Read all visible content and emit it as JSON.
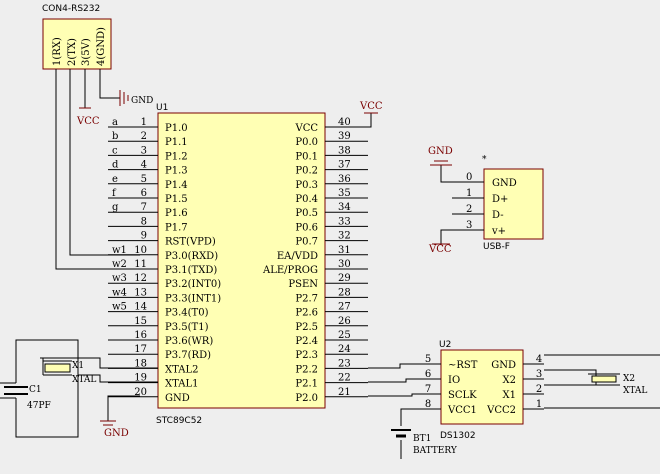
{
  "connector": {
    "ref": "CON4-RS232",
    "pins": [
      "1(RX)",
      "2(TX)",
      "3(5V)",
      "4(GND)"
    ],
    "gnd": "GND",
    "vcc": "VCC"
  },
  "u1": {
    "ref": "U1",
    "part": "STC89C52",
    "left_pins": [
      {
        "num": "1",
        "name": "P1.0",
        "net": "a"
      },
      {
        "num": "2",
        "name": "P1.1",
        "net": "b"
      },
      {
        "num": "3",
        "name": "P1.2",
        "net": "c"
      },
      {
        "num": "4",
        "name": "P1.3",
        "net": "d"
      },
      {
        "num": "5",
        "name": "P1.4",
        "net": "e"
      },
      {
        "num": "6",
        "name": "P1.5",
        "net": "f"
      },
      {
        "num": "7",
        "name": "P1.6",
        "net": "g"
      },
      {
        "num": "8",
        "name": "P1.7",
        "net": ""
      },
      {
        "num": "9",
        "name": "RST(VPD)",
        "net": ""
      },
      {
        "num": "10",
        "name": "P3.0(RXD)",
        "net": "w1"
      },
      {
        "num": "11",
        "name": "P3.1(TXD)",
        "net": "w2"
      },
      {
        "num": "12",
        "name": "P3.2(INT0)",
        "net": "w3"
      },
      {
        "num": "13",
        "name": "P3.3(INT1)",
        "net": "w4"
      },
      {
        "num": "14",
        "name": "P3.4(T0)",
        "net": "w5"
      },
      {
        "num": "15",
        "name": "P3.5(T1)",
        "net": ""
      },
      {
        "num": "16",
        "name": "P3.6(WR)",
        "net": ""
      },
      {
        "num": "17",
        "name": "P3.7(RD)",
        "net": ""
      },
      {
        "num": "18",
        "name": "XTAL2",
        "net": ""
      },
      {
        "num": "19",
        "name": "XTAL1",
        "net": ""
      },
      {
        "num": "20",
        "name": "GND",
        "net": ""
      }
    ],
    "right_pins": [
      {
        "num": "40",
        "name": "VCC"
      },
      {
        "num": "39",
        "name": "P0.0"
      },
      {
        "num": "38",
        "name": "P0.1"
      },
      {
        "num": "37",
        "name": "P0.2"
      },
      {
        "num": "36",
        "name": "P0.3"
      },
      {
        "num": "35",
        "name": "P0.4"
      },
      {
        "num": "34",
        "name": "P0.5"
      },
      {
        "num": "33",
        "name": "P0.6"
      },
      {
        "num": "32",
        "name": "P0.7"
      },
      {
        "num": "31",
        "name": "EA/VDD"
      },
      {
        "num": "30",
        "name": "ALE/PROG"
      },
      {
        "num": "29",
        "name": "PSEN"
      },
      {
        "num": "28",
        "name": "P2.7"
      },
      {
        "num": "27",
        "name": "P2.6"
      },
      {
        "num": "26",
        "name": "P2.5"
      },
      {
        "num": "25",
        "name": "P2.4"
      },
      {
        "num": "24",
        "name": "P2.3"
      },
      {
        "num": "23",
        "name": "P2.2"
      },
      {
        "num": "22",
        "name": "P2.1"
      },
      {
        "num": "21",
        "name": "P2.0"
      }
    ],
    "vcc": "VCC"
  },
  "x1": {
    "ref": "X1",
    "value": "XTAL"
  },
  "c1": {
    "ref": "C1",
    "value": "47PF"
  },
  "gnd_bottom": "GND",
  "usb": {
    "star": "*",
    "part": "USB-F",
    "pins": [
      {
        "num": "0",
        "name": "GND"
      },
      {
        "num": "1",
        "name": "D+"
      },
      {
        "num": "2",
        "name": "D-"
      },
      {
        "num": "3",
        "name": "v+"
      }
    ],
    "gnd": "GND",
    "vcc": "VCC"
  },
  "u2": {
    "ref": "U2",
    "part": "DS1302",
    "left_pins": [
      {
        "num": "5",
        "name": "~RST"
      },
      {
        "num": "6",
        "name": "IO"
      },
      {
        "num": "7",
        "name": "SCLK"
      },
      {
        "num": "8",
        "name": "VCC1"
      }
    ],
    "right_pins": [
      {
        "num": "4",
        "name": "GND"
      },
      {
        "num": "3",
        "name": "X2"
      },
      {
        "num": "2",
        "name": "X1"
      },
      {
        "num": "1",
        "name": "VCC2"
      }
    ]
  },
  "x2": {
    "ref": "X2",
    "value": "XTAL"
  },
  "bt1": {
    "ref": "BT1",
    "value": "BATTERY"
  }
}
